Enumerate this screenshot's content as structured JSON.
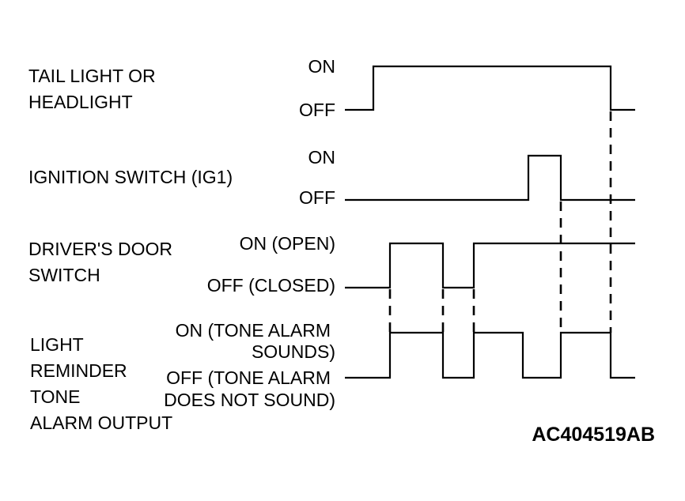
{
  "signals": [
    {
      "name_lines": [
        "TAIL LIGHT OR",
        "HEADLIGHT"
      ],
      "on_lines": [
        "ON"
      ],
      "off_lines": [
        "OFF"
      ]
    },
    {
      "name_lines": [
        "IGNITION SWITCH (IG1)"
      ],
      "on_lines": [
        "ON"
      ],
      "off_lines": [
        "OFF"
      ]
    },
    {
      "name_lines": [
        "DRIVER'S DOOR",
        "SWITCH"
      ],
      "on_lines": [
        "ON (OPEN)"
      ],
      "off_lines": [
        "OFF (CLOSED)"
      ]
    },
    {
      "name_lines": [
        "LIGHT",
        "REMINDER",
        "TONE",
        "ALARM OUTPUT"
      ],
      "on_lines": [
        "ON (TONE ALARM",
        "SOUNDS)"
      ],
      "off_lines": [
        "OFF (TONE ALARM",
        "DOES NOT SOUND)"
      ]
    }
  ],
  "figure_code": "AC404519AB"
}
